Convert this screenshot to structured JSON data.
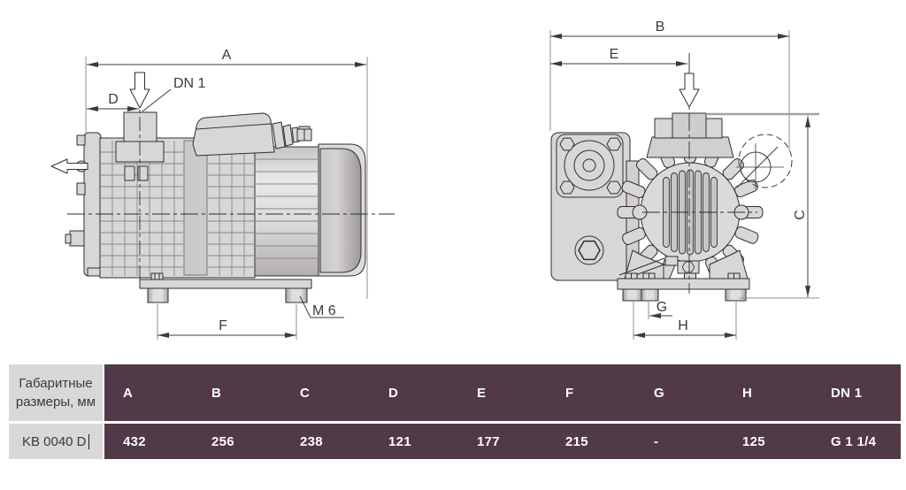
{
  "page": {
    "background": "#ffffff",
    "description": "Vacuum pump KB 0040 D dimensional drawing with size table"
  },
  "drawing": {
    "stroke_color": "#322e30",
    "body_fill": "#d8d6d7",
    "side_view": {
      "labels": {
        "dim_a": "A",
        "dim_d": "D",
        "inlet_port": "DN 1",
        "dim_f": "F",
        "foot_bolt": "M 6"
      }
    },
    "front_view": {
      "labels": {
        "dim_b": "B",
        "dim_e": "E",
        "dim_c": "C",
        "dim_g": "G",
        "dim_h": "H"
      }
    }
  },
  "table": {
    "row_header": "Габаритные размеры, мм",
    "columns": [
      "A",
      "B",
      "C",
      "D",
      "E",
      "F",
      "G",
      "H",
      "DN 1"
    ],
    "model": "KB 0040 D",
    "values": [
      "432",
      "256",
      "238",
      "121",
      "177",
      "215",
      "-",
      "125",
      "G 1 1/4"
    ],
    "colors": {
      "header_bg": "#513947",
      "label_bg": "#d9d8d8",
      "header_text": "#ffffff",
      "label_text": "#3b3b3b"
    }
  }
}
